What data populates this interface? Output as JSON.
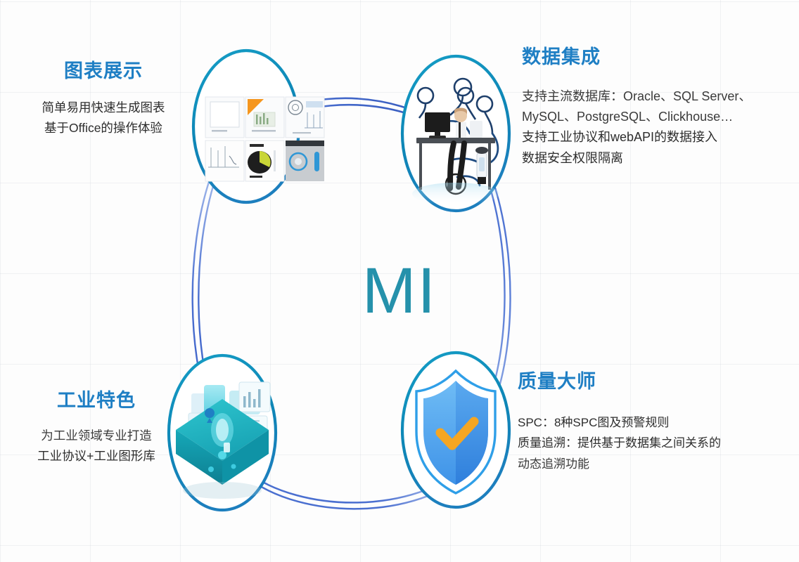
{
  "center": {
    "wordmark": "MI",
    "color": "#2591ab"
  },
  "theme": {
    "heading_color": "#1f7fc4",
    "ellipse_stroke": "#1285b4",
    "connector_color": "#4a6fd0",
    "body_color": "#2d2d2d",
    "shield_body": "#5cabed",
    "shield_check": "#f5a623",
    "accent_teal": "#13b5c9"
  },
  "quadrants": [
    {
      "id": "chart-display",
      "heading": "图表展示",
      "lines": [
        "简单易用快速生成图表",
        "基于Office的操作体验"
      ],
      "illustration": "chart-gallery-icon"
    },
    {
      "id": "data-integration",
      "heading": "数据集成",
      "lines": [
        "支持主流数据库：Oracle、SQL Server、",
        "MySQL、PostgreSQL、Clickhouse…",
        "支持工业协议和webAPI的数据接入",
        "数据安全权限隔离"
      ],
      "illustration": "person-at-desk-icon"
    },
    {
      "id": "industry-features",
      "heading": "工业特色",
      "lines": [
        "为工业领域专业打造",
        "工业协议+工业图形库"
      ],
      "illustration": "isometric-data-cube-icon"
    },
    {
      "id": "quality-master",
      "heading": "质量大师",
      "lines": [
        "SPC：8种SPC图及预警规则",
        "质量追溯：提供基于数据集之间关系的",
        "动态追溯功能"
      ],
      "illustration": "shield-check-icon"
    }
  ]
}
